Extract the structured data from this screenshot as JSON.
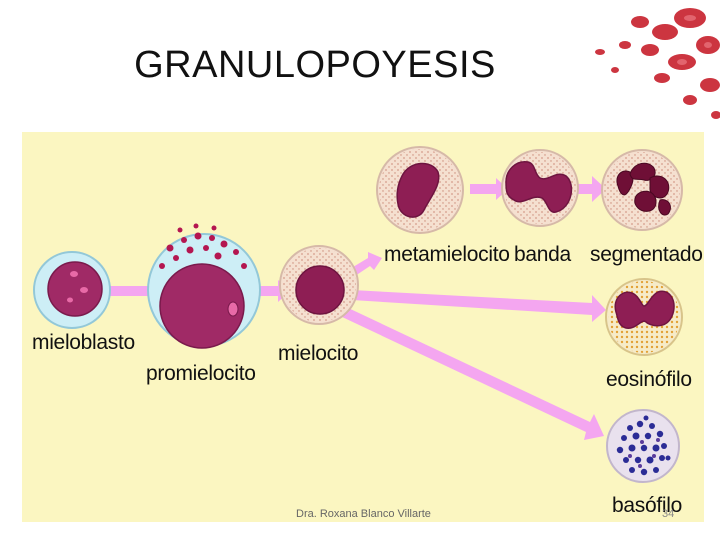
{
  "title": "GRANULOPOYESIS",
  "labels": {
    "mieloblasto": "mieloblasto",
    "promielocito": "promielocito",
    "mielocito": "mielocito",
    "metamielocito": "metamielocito",
    "banda": "banda",
    "segmentado": "segmentado",
    "eosinofilo": "eosinófilo",
    "basofilo": "basófilo"
  },
  "footer": "Dra. Roxana Blanco Villarte",
  "page_number": "34",
  "colors": {
    "panel": "#fbf6c1",
    "arrow": "#f4a6f0",
    "nucleus": "#8e1e54",
    "blast_halo": "#cdeef6",
    "granule": "#c01a58",
    "basophil_granule": "#2b2c96"
  }
}
